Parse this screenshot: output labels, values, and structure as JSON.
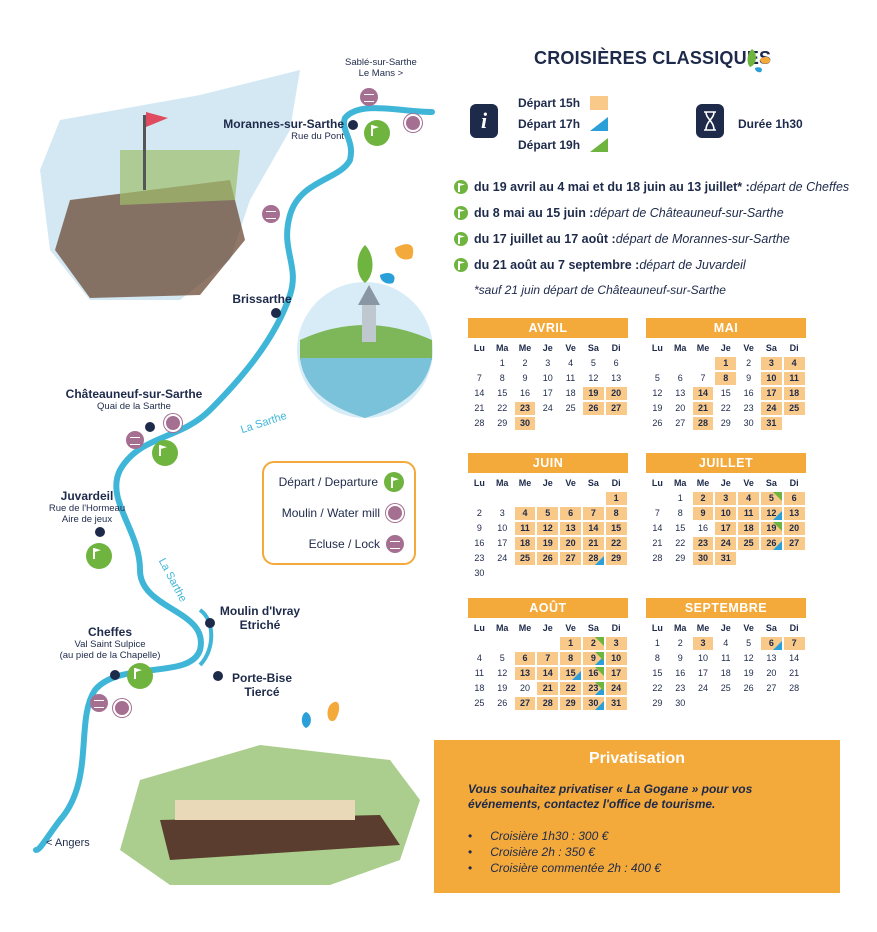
{
  "map": {
    "top_label": "Sablé-sur-Sarthe",
    "top_label_2": "Le Mans >",
    "places": [
      {
        "name": "Morannes-sur-Sarthe",
        "sub": "Rue du Pont"
      },
      {
        "name": "Brissarthe",
        "sub": ""
      },
      {
        "name": "Châteauneuf-sur-Sarthe",
        "sub": "Quai de la Sarthe"
      },
      {
        "name": "Juvardeil",
        "sub": "Rue de l'Hormeau"
      },
      {
        "name": "Moulin d'Ivray",
        "sub": ""
      },
      {
        "name": "Etriché",
        "sub": ""
      },
      {
        "name": "Cheffes",
        "sub": "Val Saint Sulpice"
      },
      {
        "name": "Porte-Bise",
        "sub": ""
      },
      {
        "name": "Tiercé",
        "sub": ""
      }
    ],
    "juvardeil_sub2": "Aire de jeux",
    "cheffes_sub2": "(au pied de la Chapelle)",
    "river_label_1": "La Sarthe",
    "river_label_2": "La Sarthe",
    "bottom_label": "< Angers",
    "legend": {
      "departure": "Départ / Departure",
      "mill": "Moulin / Water mill",
      "lock": "Ecluse / Lock"
    }
  },
  "header": {
    "title": "CROISIÈRES CLASSIQUES",
    "departures": [
      "Départ 15h",
      "Départ 17h",
      "Départ 19h"
    ],
    "duration": "Durée 1h30",
    "colors": {
      "navy": "#1e2a4a",
      "orange": "#f4a93b",
      "light_orange": "#f9c98a",
      "blue": "#2a9fd8",
      "green": "#6fb43f"
    }
  },
  "seasons": [
    {
      "dates": "du 19 avril au 4 mai et du 18 juin au 13 juillet* :",
      "where": " départ de Cheffes"
    },
    {
      "dates": "du 8 mai au 15 juin :",
      "where": " départ de Châteauneuf-sur-Sarthe"
    },
    {
      "dates": "du 17 juillet au 17 août :",
      "where": " départ de Morannes-sur-Sarthe"
    },
    {
      "dates": "du 21 août au 7 septembre :",
      "where": " départ de Juvardeil"
    }
  ],
  "footnote": "*sauf 21 juin départ de Châteauneuf-sur-Sarthe",
  "weekdays": [
    "Lu",
    "Ma",
    "Me",
    "Je",
    "Ve",
    "Sa",
    "Di"
  ],
  "months": [
    {
      "name": "AVRIL",
      "offset": 1,
      "days": 30,
      "on": [
        19,
        20,
        23,
        26,
        27,
        30
      ],
      "blue": [],
      "green": []
    },
    {
      "name": "MAI",
      "offset": 3,
      "days": 31,
      "on": [
        1,
        3,
        4,
        8,
        10,
        11,
        14,
        17,
        18,
        21,
        24,
        25,
        28,
        31
      ],
      "blue": [],
      "green": []
    },
    {
      "name": "JUIN",
      "offset": 6,
      "days": 30,
      "on": [
        1,
        4,
        5,
        6,
        7,
        8,
        11,
        12,
        13,
        14,
        15,
        18,
        19,
        20,
        21,
        22,
        25,
        26,
        27,
        28,
        29
      ],
      "blue": [
        28
      ],
      "green": []
    },
    {
      "name": "JUILLET",
      "offset": 1,
      "days": 31,
      "on": [
        2,
        3,
        4,
        5,
        6,
        9,
        10,
        11,
        12,
        13,
        17,
        18,
        19,
        20,
        23,
        24,
        25,
        26,
        27,
        30,
        31
      ],
      "blue": [
        12,
        26
      ],
      "green": [
        5,
        19
      ]
    },
    {
      "name": "AOÛT",
      "offset": 4,
      "days": 31,
      "on": [
        1,
        2,
        3,
        6,
        7,
        8,
        9,
        10,
        13,
        14,
        15,
        16,
        17,
        21,
        22,
        23,
        24,
        27,
        28,
        29,
        30,
        31
      ],
      "blue": [
        9,
        15,
        23,
        30
      ],
      "green": [
        2,
        9,
        16,
        23
      ]
    },
    {
      "name": "SEPTEMBRE",
      "offset": 0,
      "days": 30,
      "on": [
        3,
        6,
        7
      ],
      "blue": [
        6
      ],
      "green": []
    }
  ],
  "privatisation": {
    "title": "Privatisation",
    "text": "Vous souhaitez privatiser « La Gogane » pour vos événements, contactez l'office de tourisme.",
    "prices": [
      "Croisière 1h30 : 300 €",
      "Croisière 2h : 350 €",
      "Croisière commentée 2h : 400 €"
    ]
  }
}
